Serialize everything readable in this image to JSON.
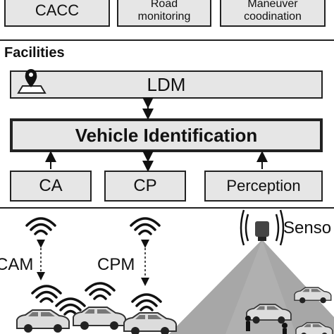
{
  "applications": {
    "cacc": "CACC",
    "road_monitoring": [
      "Road",
      "monitoring"
    ],
    "maneuver": [
      "Maneuver",
      "coodination"
    ]
  },
  "facilities": {
    "title": "Facilities",
    "ldm": "LDM",
    "vehicle_identification": "Vehicle Identification",
    "ca": "CA",
    "cp": "CP",
    "perception": "Perception"
  },
  "scene": {
    "cam": "CAM",
    "cpm": "CPM",
    "sensor": "Senso"
  },
  "icons": {
    "map_pin": "map-pin-icon",
    "wifi": "wifi-signal-icon",
    "car": "car-icon",
    "sensor": "roadside-sensor-icon"
  }
}
